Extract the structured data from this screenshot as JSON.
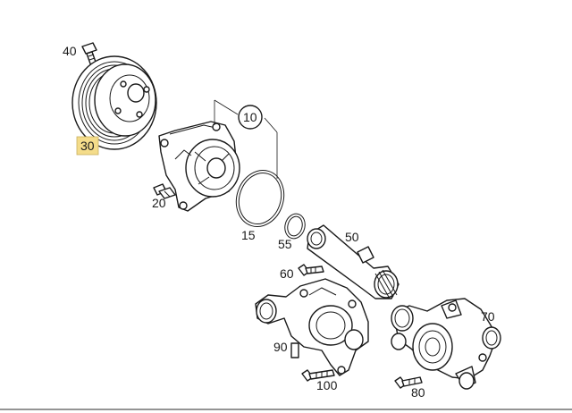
{
  "callouts": {
    "p10": "10",
    "p15": "15",
    "p20": "20",
    "p30": "30",
    "p40": "40",
    "p50": "50",
    "p55": "55",
    "p60": "60",
    "p70": "70",
    "p80": "80",
    "p90": "90",
    "p100": "100"
  },
  "highlight_color": "#f4dc8a",
  "highlighted_callout": "30"
}
